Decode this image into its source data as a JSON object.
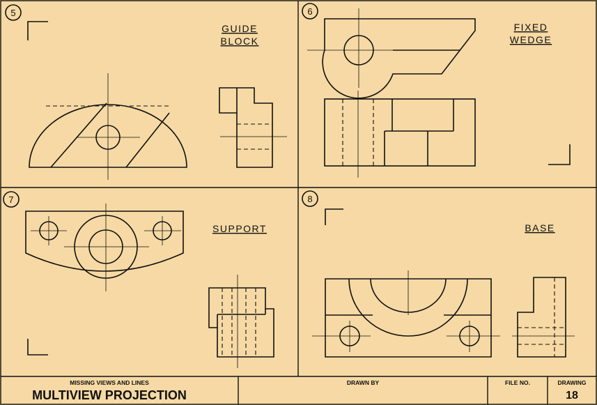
{
  "problems": [
    {
      "number": "5",
      "title_lines": [
        "GUIDE",
        "BLOCK"
      ]
    },
    {
      "number": "6",
      "title_lines": [
        "FIXED",
        "WEDGE"
      ]
    },
    {
      "number": "7",
      "title_lines": [
        "SUPPORT"
      ]
    },
    {
      "number": "8",
      "title_lines": [
        "BASE"
      ]
    }
  ],
  "title_block": {
    "subtitle": "MISSING VIEWS AND LINES",
    "title": "MULTIVIEW PROJECTION",
    "drawn_by_label": "DRAWN BY",
    "file_no_label": "FILE NO.",
    "drawing_label": "DRAWING",
    "drawing_number": "18"
  }
}
